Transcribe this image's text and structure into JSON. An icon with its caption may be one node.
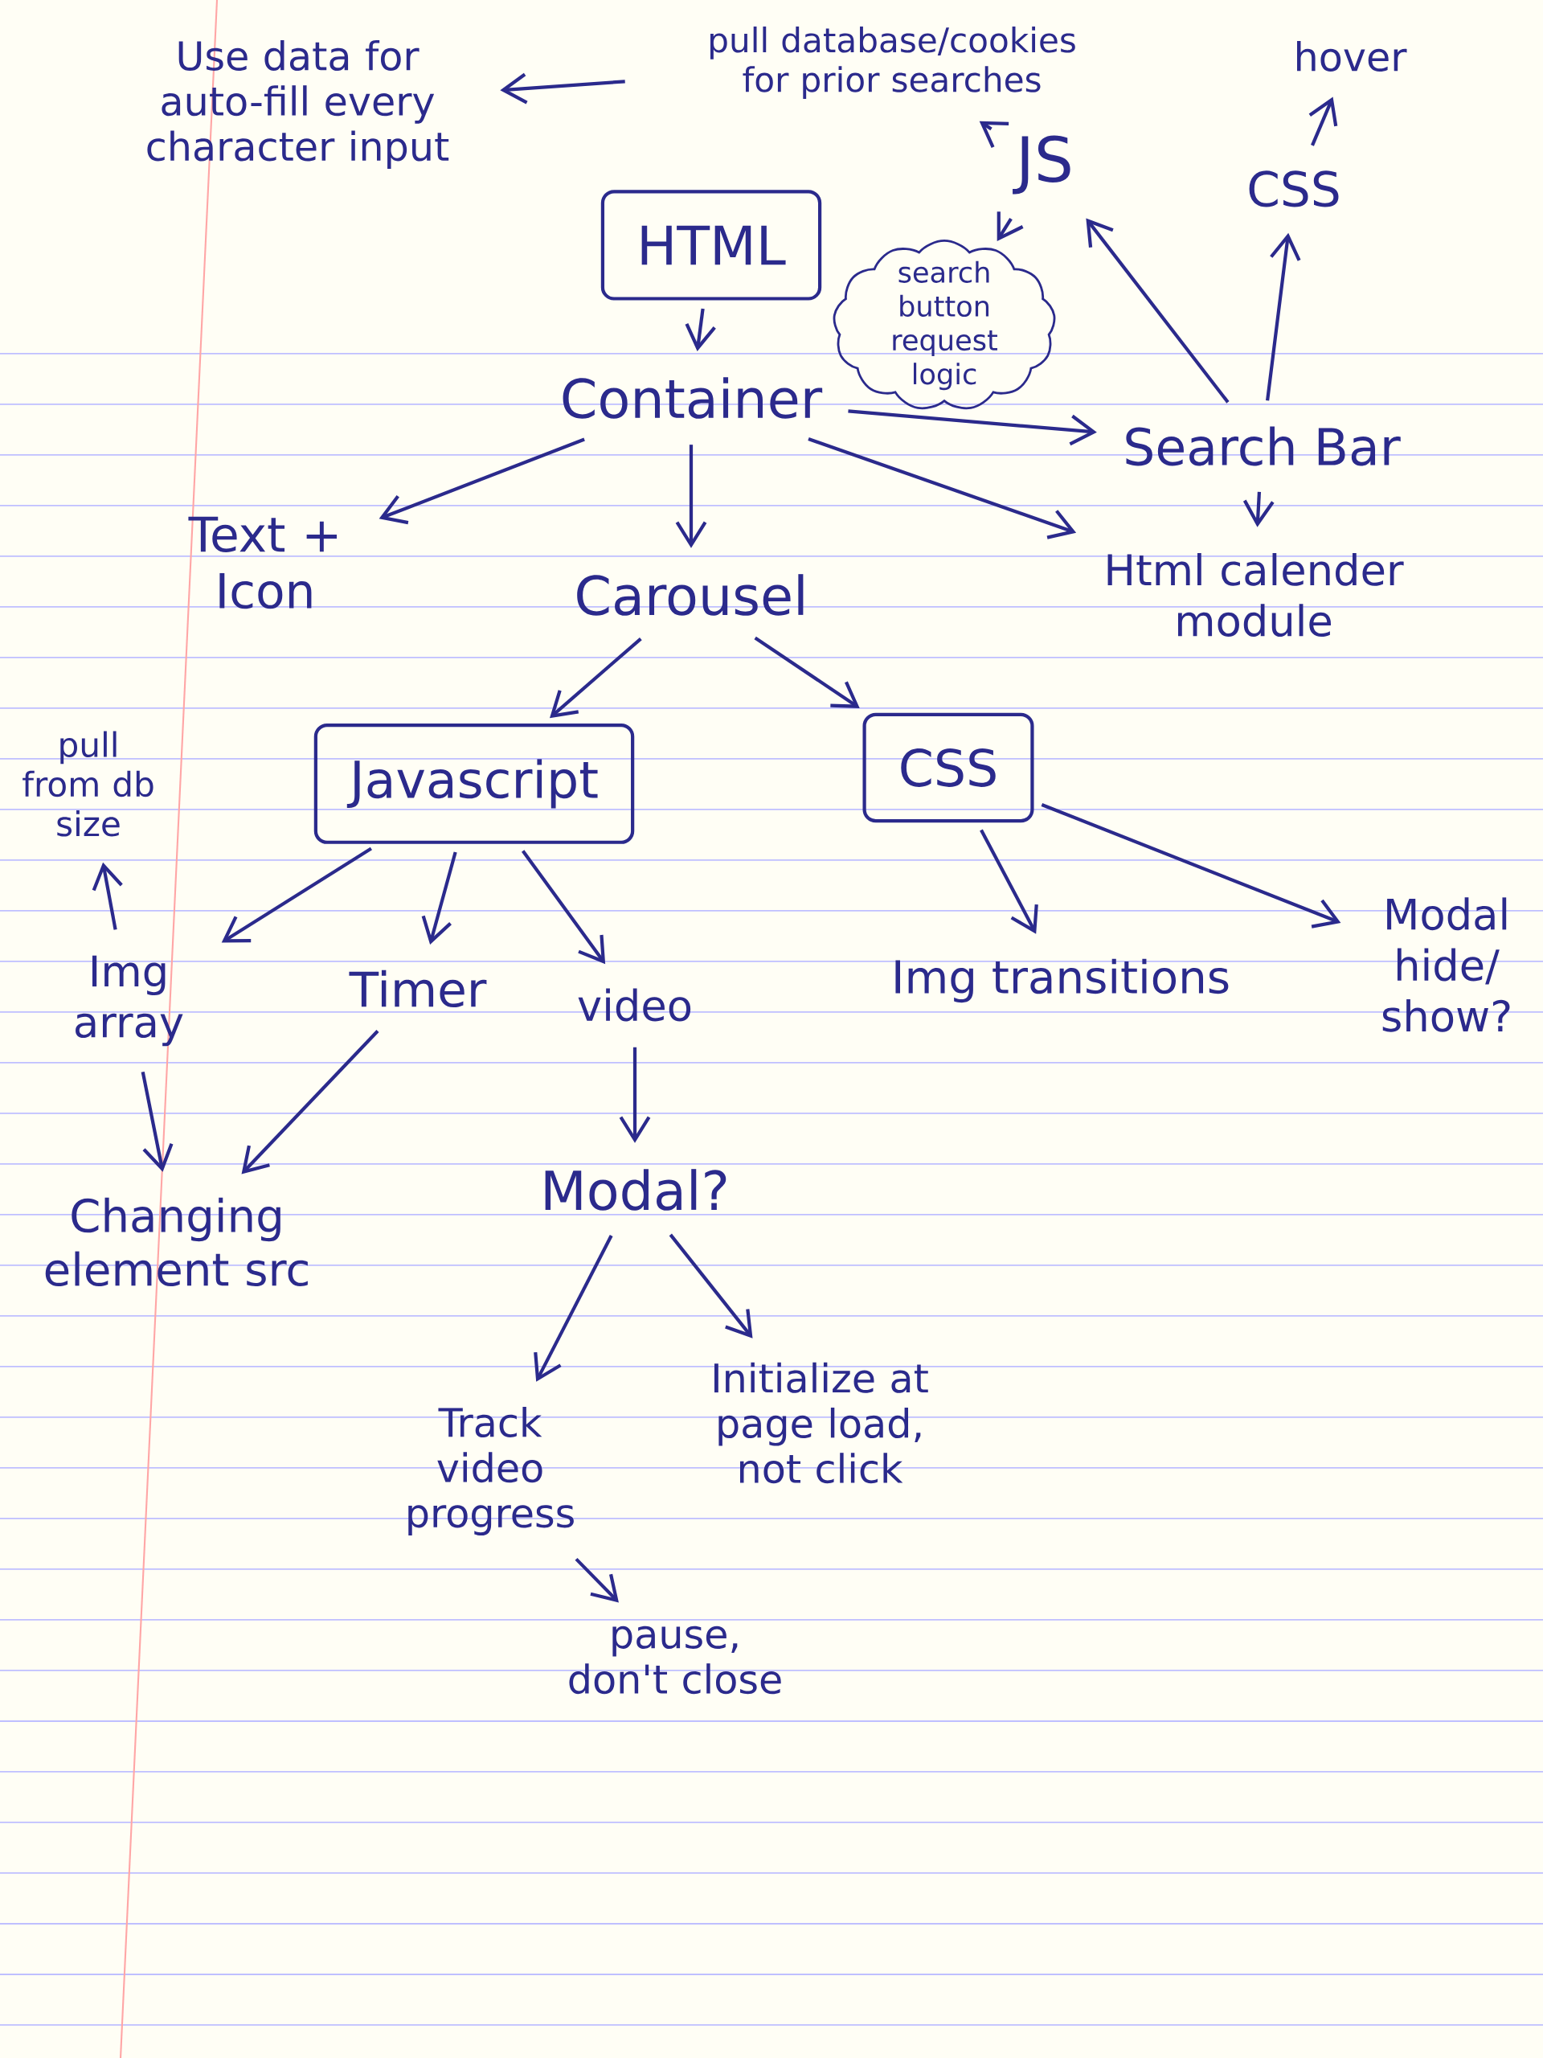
{
  "diagram": {
    "nodes": [
      {
        "text": [
          "Use data for auto-fill every character input"
        ]
      },
      {
        "text": [
          "pull database/cookies for prior searches"
        ]
      },
      {
        "text": [
          "JS"
        ]
      },
      {
        "text": [
          "hover"
        ]
      },
      {
        "text": [
          "CSS"
        ]
      },
      {
        "text": [
          "HTML"
        ]
      },
      {
        "text": [
          "search button request logic"
        ]
      },
      {
        "text": [
          "Container"
        ]
      },
      {
        "text": [
          "Search Bar"
        ]
      },
      {
        "text": [
          "Text + Icon"
        ]
      },
      {
        "text": [
          "Html calender module"
        ]
      },
      {
        "text": [
          "Carousel"
        ]
      },
      {
        "text": [
          "pull from db",
          "size"
        ]
      },
      {
        "text": [
          "Javascript"
        ]
      },
      {
        "text": [
          "CSS"
        ]
      },
      {
        "text": [
          "Img array"
        ]
      },
      {
        "text": [
          "Timer"
        ]
      },
      {
        "text": [
          "video"
        ]
      },
      {
        "text": [
          "Img transitions"
        ]
      },
      {
        "text": [
          "Modal hide/ show?"
        ]
      },
      {
        "text": [
          "Changing element src"
        ]
      },
      {
        "text": [
          "Modal?"
        ]
      },
      {
        "text": [
          "Track video progress"
        ]
      },
      {
        "text": [
          "Initialize at page load, not click"
        ]
      },
      {
        "text": [
          "pause, don't close"
        ]
      }
    ],
    "edges": [
      {
        "from": 1,
        "to": 0,
        "arrow": "to"
      },
      {
        "from": 2,
        "to": 1,
        "arrow": "to"
      },
      {
        "from": 2,
        "to": 6,
        "arrow": "to"
      },
      {
        "from": 4,
        "to": 3,
        "arrow": "to"
      },
      {
        "from": 8,
        "to": 2,
        "arrow": "to"
      },
      {
        "from": 8,
        "to": 4,
        "arrow": "to"
      },
      {
        "from": 5,
        "to": 7,
        "arrow": "to"
      },
      {
        "from": 7,
        "to": 8,
        "arrow": "to"
      },
      {
        "from": 7,
        "to": 10,
        "arrow": "to"
      },
      {
        "from": 7,
        "to": 9,
        "arrow": "to"
      },
      {
        "from": 7,
        "to": 11,
        "arrow": "to"
      },
      {
        "from": 8,
        "to": 10,
        "arrow": "to"
      },
      {
        "from": 11,
        "to": 13,
        "arrow": "to"
      },
      {
        "from": 11,
        "to": 14,
        "arrow": "to"
      },
      {
        "from": 13,
        "to": 15,
        "arrow": "to"
      },
      {
        "from": 13,
        "to": 16,
        "arrow": "to"
      },
      {
        "from": 13,
        "to": 17,
        "arrow": "to"
      },
      {
        "from": 15,
        "to": 12,
        "arrow": "to"
      },
      {
        "from": 15,
        "to": 20,
        "arrow": "to"
      },
      {
        "from": 16,
        "to": 20,
        "arrow": "to"
      },
      {
        "from": 17,
        "to": 21,
        "arrow": "to"
      },
      {
        "from": 14,
        "to": 18,
        "arrow": "to"
      },
      {
        "from": 14,
        "to": 19,
        "arrow": "to"
      },
      {
        "from": 21,
        "to": 22,
        "arrow": "to"
      },
      {
        "from": 21,
        "to": 23,
        "arrow": "to"
      },
      {
        "from": 22,
        "to": 24,
        "arrow": "to"
      }
    ]
  }
}
